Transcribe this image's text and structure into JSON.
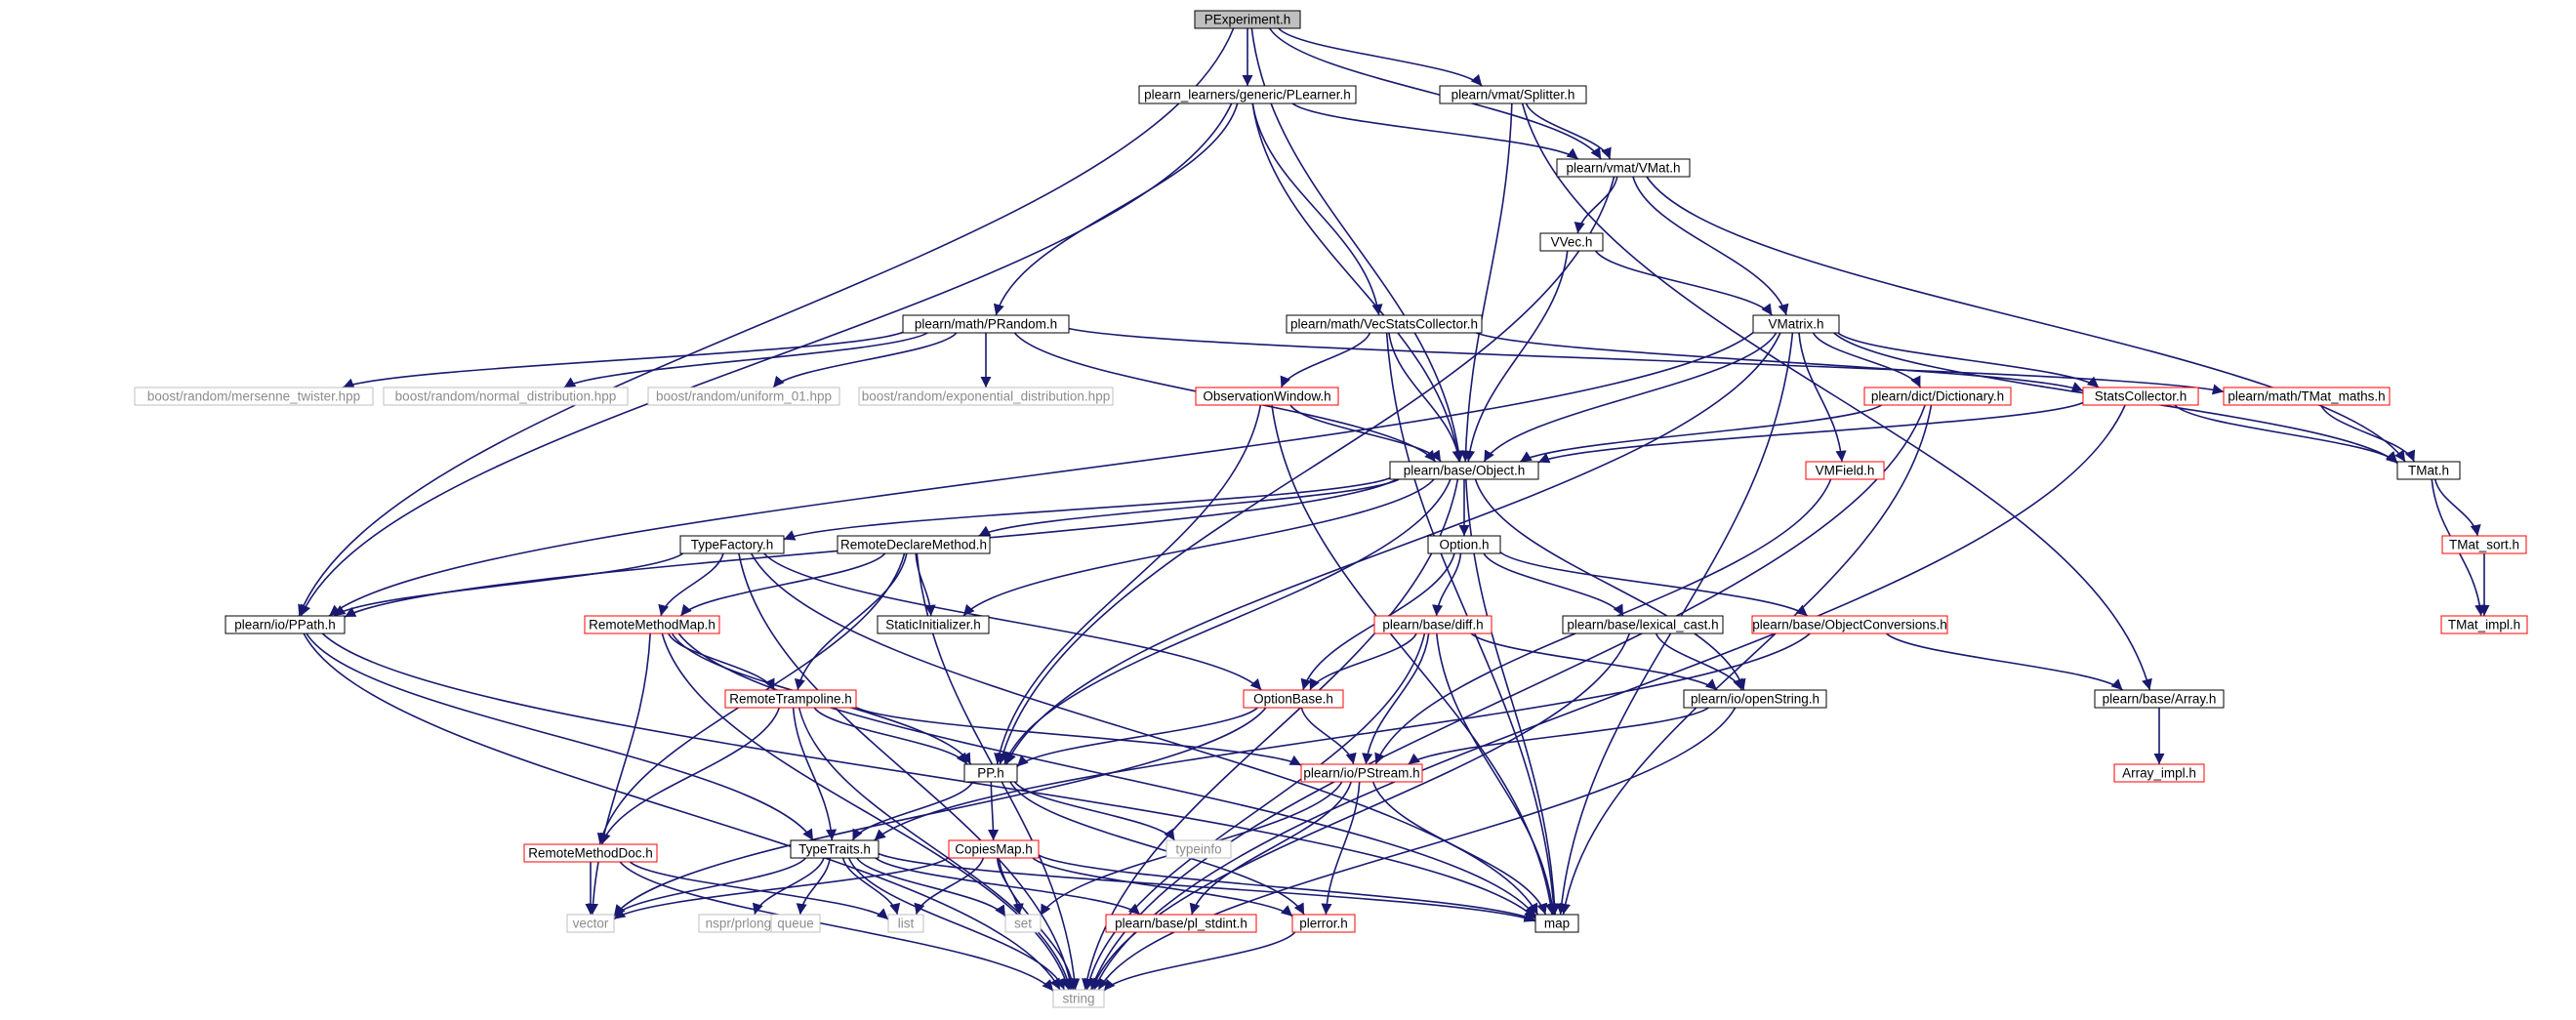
{
  "title": "PExperiment.h",
  "colors": {
    "edge": "#191970",
    "root_fill": "#bfbfbf",
    "box_black": "#000000",
    "box_red": "#ff0000",
    "box_gray": "#bfbfbf",
    "text_dim": "#8c8c8c"
  },
  "nodes": [
    {
      "id": "pexperiment",
      "label": "PExperiment.h",
      "style": "root"
    },
    {
      "id": "plearner",
      "label": "plearn_learners/generic/PLearner.h",
      "style": "black"
    },
    {
      "id": "splitter",
      "label": "plearn/vmat/Splitter.h",
      "style": "black"
    },
    {
      "id": "vmat",
      "label": "plearn/vmat/VMat.h",
      "style": "black"
    },
    {
      "id": "vvec",
      "label": "VVec.h",
      "style": "black"
    },
    {
      "id": "prandom",
      "label": "plearn/math/PRandom.h",
      "style": "black"
    },
    {
      "id": "vecstats",
      "label": "plearn/math/VecStatsCollector.h",
      "style": "black"
    },
    {
      "id": "vmatrix",
      "label": "VMatrix.h",
      "style": "black"
    },
    {
      "id": "mersenne",
      "label": "boost/random/mersenne_twister.hpp",
      "style": "gray"
    },
    {
      "id": "normal",
      "label": "boost/random/normal_distribution.hpp",
      "style": "gray"
    },
    {
      "id": "uniform",
      "label": "boost/random/uniform_01.hpp",
      "style": "gray"
    },
    {
      "id": "expdist",
      "label": "boost/random/exponential_distribution.hpp",
      "style": "gray"
    },
    {
      "id": "obswin",
      "label": "ObservationWindow.h",
      "style": "red"
    },
    {
      "id": "dictionary",
      "label": "plearn/dict/Dictionary.h",
      "style": "red"
    },
    {
      "id": "statscoll",
      "label": "StatsCollector.h",
      "style": "red"
    },
    {
      "id": "tmatmaths",
      "label": "plearn/math/TMat_maths.h",
      "style": "red"
    },
    {
      "id": "object",
      "label": "plearn/base/Object.h",
      "style": "black"
    },
    {
      "id": "vmfield",
      "label": "VMField.h",
      "style": "red"
    },
    {
      "id": "tmat",
      "label": "TMat.h",
      "style": "black"
    },
    {
      "id": "typefactory",
      "label": "TypeFactory.h",
      "style": "black"
    },
    {
      "id": "remotedecl",
      "label": "RemoteDeclareMethod.h",
      "style": "black"
    },
    {
      "id": "option",
      "label": "Option.h",
      "style": "black"
    },
    {
      "id": "tmatsort",
      "label": "TMat_sort.h",
      "style": "red"
    },
    {
      "id": "ppath",
      "label": "plearn/io/PPath.h",
      "style": "black"
    },
    {
      "id": "remotemethodmap",
      "label": "RemoteMethodMap.h",
      "style": "red"
    },
    {
      "id": "staticinit",
      "label": "StaticInitializer.h",
      "style": "black"
    },
    {
      "id": "diff",
      "label": "plearn/base/diff.h",
      "style": "red"
    },
    {
      "id": "lexicalcast",
      "label": "plearn/base/lexical_cast.h",
      "style": "black"
    },
    {
      "id": "objconv",
      "label": "plearn/base/ObjectConversions.h",
      "style": "red"
    },
    {
      "id": "tmatimpl",
      "label": "TMat_impl.h",
      "style": "red"
    },
    {
      "id": "remotetramp",
      "label": "RemoteTrampoline.h",
      "style": "red"
    },
    {
      "id": "optionbase",
      "label": "OptionBase.h",
      "style": "red"
    },
    {
      "id": "openstring",
      "label": "plearn/io/openString.h",
      "style": "black"
    },
    {
      "id": "array",
      "label": "plearn/base/Array.h",
      "style": "black"
    },
    {
      "id": "pp",
      "label": "PP.h",
      "style": "black"
    },
    {
      "id": "pstream",
      "label": "plearn/io/PStream.h",
      "style": "red"
    },
    {
      "id": "arrayimpl",
      "label": "Array_impl.h",
      "style": "red"
    },
    {
      "id": "typeinfo",
      "label": "typeinfo",
      "style": "gray"
    },
    {
      "id": "remotemethoddoc",
      "label": "RemoteMethodDoc.h",
      "style": "red"
    },
    {
      "id": "typetraits",
      "label": "TypeTraits.h",
      "style": "black"
    },
    {
      "id": "copiesmap",
      "label": "CopiesMap.h",
      "style": "red"
    },
    {
      "id": "vector",
      "label": "vector",
      "style": "gray"
    },
    {
      "id": "nspr",
      "label": "nspr/prlong.h",
      "style": "gray"
    },
    {
      "id": "queue",
      "label": "queue",
      "style": "gray"
    },
    {
      "id": "list",
      "label": "list",
      "style": "gray"
    },
    {
      "id": "set",
      "label": "set",
      "style": "gray"
    },
    {
      "id": "plstdint",
      "label": "plearn/base/pl_stdint.h",
      "style": "red"
    },
    {
      "id": "plerror",
      "label": "plerror.h",
      "style": "red"
    },
    {
      "id": "map",
      "label": "map",
      "style": "black"
    },
    {
      "id": "string",
      "label": "string",
      "style": "gray"
    }
  ],
  "edges": [
    [
      "pexperiment",
      "plearner"
    ],
    [
      "pexperiment",
      "splitter"
    ],
    [
      "pexperiment",
      "vmat"
    ],
    [
      "pexperiment",
      "object"
    ],
    [
      "pexperiment",
      "ppath"
    ],
    [
      "plearner",
      "vmat"
    ],
    [
      "plearner",
      "prandom"
    ],
    [
      "plearner",
      "vecstats"
    ],
    [
      "plearner",
      "object"
    ],
    [
      "plearner",
      "ppath"
    ],
    [
      "splitter",
      "vmat"
    ],
    [
      "splitter",
      "object"
    ],
    [
      "splitter",
      "array"
    ],
    [
      "vmat",
      "vvec"
    ],
    [
      "vmat",
      "vmatrix"
    ],
    [
      "vmat",
      "tmat"
    ],
    [
      "vmat",
      "pp"
    ],
    [
      "vvec",
      "vmatrix"
    ],
    [
      "vvec",
      "object"
    ],
    [
      "prandom",
      "mersenne"
    ],
    [
      "prandom",
      "normal"
    ],
    [
      "prandom",
      "uniform"
    ],
    [
      "prandom",
      "expdist"
    ],
    [
      "prandom",
      "object"
    ],
    [
      "prandom",
      "tmatmaths"
    ],
    [
      "vecstats",
      "obswin"
    ],
    [
      "vecstats",
      "object"
    ],
    [
      "vecstats",
      "statscoll"
    ],
    [
      "vecstats",
      "map"
    ],
    [
      "vmatrix",
      "object"
    ],
    [
      "vmatrix",
      "dictionary"
    ],
    [
      "vmatrix",
      "statscoll"
    ],
    [
      "vmatrix",
      "vmfield"
    ],
    [
      "vmatrix",
      "tmat"
    ],
    [
      "vmatrix",
      "ppath"
    ],
    [
      "vmatrix",
      "pp"
    ],
    [
      "vmatrix",
      "map"
    ],
    [
      "obswin",
      "object"
    ],
    [
      "obswin",
      "pp"
    ],
    [
      "obswin",
      "map"
    ],
    [
      "dictionary",
      "object"
    ],
    [
      "dictionary",
      "map"
    ],
    [
      "dictionary",
      "string"
    ],
    [
      "statscoll",
      "object"
    ],
    [
      "statscoll",
      "tmat"
    ],
    [
      "statscoll",
      "string"
    ],
    [
      "tmatmaths",
      "tmat"
    ],
    [
      "vmfield",
      "pstream"
    ],
    [
      "object",
      "typefactory"
    ],
    [
      "object",
      "remotedecl"
    ],
    [
      "object",
      "option"
    ],
    [
      "object",
      "staticinit"
    ],
    [
      "object",
      "ppath"
    ],
    [
      "object",
      "pp"
    ],
    [
      "object",
      "openstring"
    ],
    [
      "object",
      "map"
    ],
    [
      "object",
      "string"
    ],
    [
      "tmat",
      "tmatsort"
    ],
    [
      "tmat",
      "tmatimpl"
    ],
    [
      "tmatsort",
      "tmatimpl"
    ],
    [
      "typefactory",
      "remotemethodmap"
    ],
    [
      "typefactory",
      "ppath"
    ],
    [
      "typefactory",
      "optionbase"
    ],
    [
      "typefactory",
      "map"
    ],
    [
      "typefactory",
      "string"
    ],
    [
      "remotedecl",
      "remotemethodmap"
    ],
    [
      "remotedecl",
      "remotetramp"
    ],
    [
      "remotedecl",
      "remotemethoddoc"
    ],
    [
      "remotedecl",
      "staticinit"
    ],
    [
      "remotedecl",
      "string"
    ],
    [
      "option",
      "optionbase"
    ],
    [
      "option",
      "diff"
    ],
    [
      "option",
      "lexicalcast"
    ],
    [
      "option",
      "objconv"
    ],
    [
      "ppath",
      "typetraits"
    ],
    [
      "ppath",
      "map"
    ],
    [
      "ppath",
      "string"
    ],
    [
      "remotemethodmap",
      "remotetramp"
    ],
    [
      "remotemethodmap",
      "pp"
    ],
    [
      "remotemethodmap",
      "vector"
    ],
    [
      "remotemethodmap",
      "map"
    ],
    [
      "remotemethodmap",
      "string"
    ],
    [
      "diff",
      "optionbase"
    ],
    [
      "diff",
      "pstream"
    ],
    [
      "diff",
      "openstring"
    ],
    [
      "diff",
      "map"
    ],
    [
      "diff",
      "string"
    ],
    [
      "lexicalcast",
      "openstring"
    ],
    [
      "lexicalcast",
      "string"
    ],
    [
      "objconv",
      "array"
    ],
    [
      "objconv",
      "typetraits"
    ],
    [
      "remotetramp",
      "pp"
    ],
    [
      "remotetramp",
      "typetraits"
    ],
    [
      "remotetramp",
      "remotemethoddoc"
    ],
    [
      "remotetramp",
      "pstream"
    ],
    [
      "remotetramp",
      "string"
    ],
    [
      "optionbase",
      "pp"
    ],
    [
      "optionbase",
      "pstream"
    ],
    [
      "optionbase",
      "vector"
    ],
    [
      "openstring",
      "pstream"
    ],
    [
      "openstring",
      "string"
    ],
    [
      "array",
      "arrayimpl"
    ],
    [
      "pp",
      "typeinfo"
    ],
    [
      "pp",
      "typetraits"
    ],
    [
      "pp",
      "copiesmap"
    ],
    [
      "pp",
      "plerror"
    ],
    [
      "pstream",
      "plerror"
    ],
    [
      "pstream",
      "plstdint"
    ],
    [
      "pstream",
      "set"
    ],
    [
      "pstream",
      "map"
    ],
    [
      "remotemethoddoc",
      "vector"
    ],
    [
      "remotemethoddoc",
      "list"
    ],
    [
      "remotemethoddoc",
      "string"
    ],
    [
      "typetraits",
      "vector"
    ],
    [
      "typetraits",
      "nspr"
    ],
    [
      "typetraits",
      "queue"
    ],
    [
      "typetraits",
      "list"
    ],
    [
      "typetraits",
      "set"
    ],
    [
      "typetraits",
      "plstdint"
    ],
    [
      "typetraits",
      "map"
    ],
    [
      "typetraits",
      "string"
    ],
    [
      "copiesmap",
      "vector"
    ],
    [
      "copiesmap",
      "list"
    ],
    [
      "copiesmap",
      "set"
    ],
    [
      "copiesmap",
      "map"
    ],
    [
      "copiesmap",
      "string"
    ],
    [
      "copiesmap",
      "plerror"
    ],
    [
      "plerror",
      "string"
    ]
  ]
}
